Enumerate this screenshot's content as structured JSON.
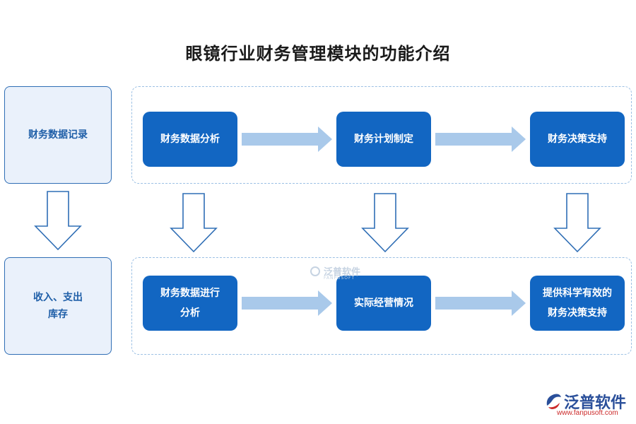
{
  "title": "眼镜行业财务管理模块的功能介绍",
  "left_column": {
    "top": "财务数据记录",
    "bottom": "收入、支出\n库存"
  },
  "top_row": [
    "财务数据分析",
    "财务计划制定",
    "财务决策支持"
  ],
  "bottom_row": [
    "财务数据进行\n分析",
    "实际经营情况",
    "提供科学有效的\n财务决策支持"
  ],
  "watermark": {
    "name": "泛普软件",
    "sub": "FANPUSOFT"
  },
  "brand": {
    "name": "泛普软件",
    "url": "www.fanpusoft.com"
  },
  "colors": {
    "node": "#1266c2",
    "side_fill": "#eaf1fb",
    "side_border": "#2f6eb5",
    "h_arrow": "#a9c9ea",
    "v_arrow_stroke": "#2f6eb5",
    "panel_border": "#9cc0e4"
  }
}
